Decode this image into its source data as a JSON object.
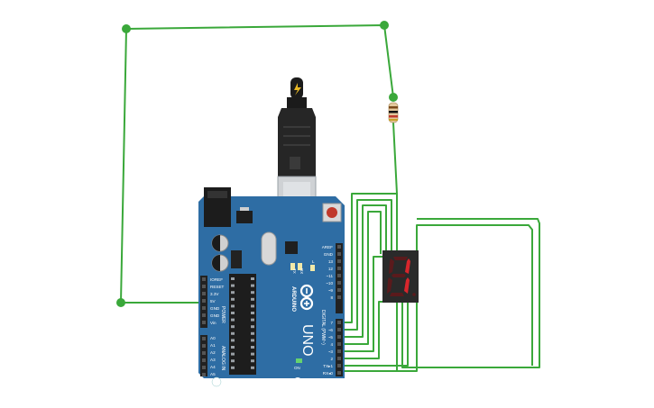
{
  "board": {
    "brand": "ARDUINO",
    "model": "UNO",
    "ic_label": "",
    "labels": {
      "tx": "TX",
      "rx": "RX",
      "l": "L",
      "on": "ON",
      "power": "POWER",
      "analog_in": "ANALOG IN",
      "digital_pwm": "DIGITAL (PWM~)"
    },
    "power_pins": [
      "IOREF",
      "RESET",
      "3.3V",
      "5V",
      "GND",
      "GND",
      "Vin"
    ],
    "analog_pins": [
      "A0",
      "A1",
      "A2",
      "A3",
      "A4",
      "A5"
    ],
    "digital_upper_pins": [
      "AREF",
      "GND",
      "13",
      "12",
      "~11",
      "~10",
      "~9",
      "8"
    ],
    "digital_lower_pins": [
      "7",
      "~6",
      "~5",
      "4",
      "~3",
      "2",
      "TX▸1",
      "RX◂0"
    ]
  },
  "display": {
    "digit": "1"
  },
  "colors": {
    "board": "#2e6da4",
    "wire": "#3aa83a",
    "segment_on": "#d8262c",
    "segment_off": "#5a1a1c",
    "display_body": "#2a2a2a"
  },
  "icons": {
    "usb_cable": "usb-plug-icon",
    "lightning": "lightning-icon",
    "resistor": "resistor-icon"
  }
}
